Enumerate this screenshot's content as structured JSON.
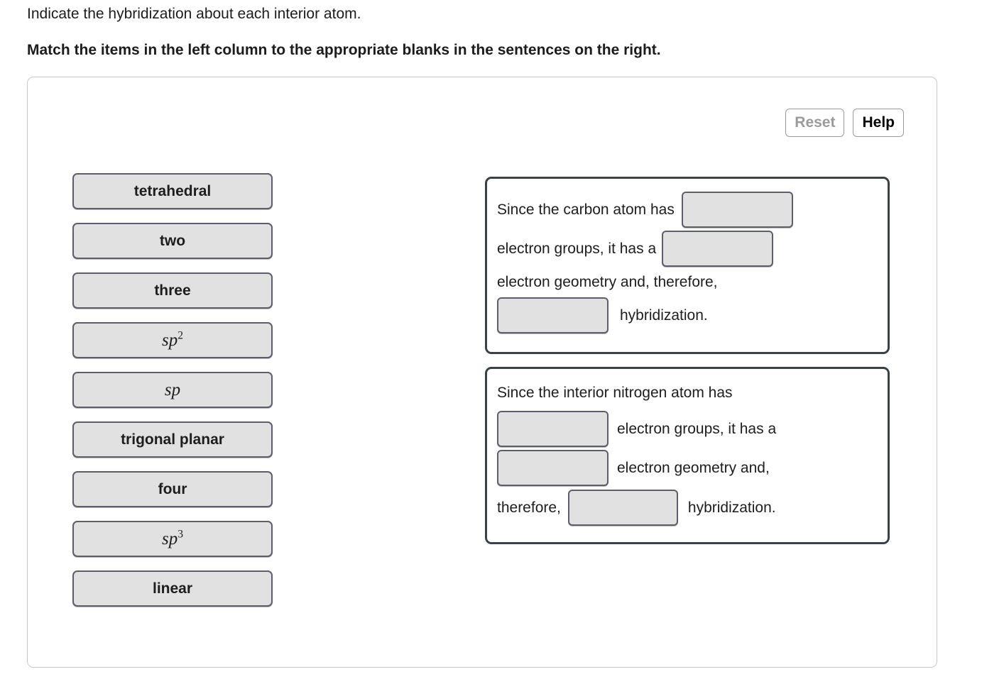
{
  "prompt": {
    "line1": "Indicate the hybridization about each interior atom.",
    "line2": "Match the items in the left column to the appropriate blanks in the sentences on the right."
  },
  "toolbar": {
    "reset_label": "Reset",
    "reset_state": "disabled",
    "help_label": "Help",
    "help_state": "enabled"
  },
  "item_bank": {
    "items": [
      {
        "label": "tetrahedral",
        "style": "plain"
      },
      {
        "label": "two",
        "style": "plain"
      },
      {
        "label": "three",
        "style": "plain"
      },
      {
        "label": "sp2",
        "style": "math",
        "base": "sp",
        "exponent": "2"
      },
      {
        "label": "sp",
        "style": "math",
        "base": "sp",
        "exponent": ""
      },
      {
        "label": "trigonal planar",
        "style": "plain"
      },
      {
        "label": "four",
        "style": "plain"
      },
      {
        "label": "sp3",
        "style": "math",
        "base": "sp",
        "exponent": "3"
      },
      {
        "label": "linear",
        "style": "plain"
      }
    ]
  },
  "sentences": [
    {
      "id": "carbon",
      "segments": {
        "t1": "Since the carbon atom has",
        "t2": "electron groups, it has a",
        "t3": "electron geometry and, therefore,",
        "t4": "hybridization."
      },
      "blanks": [
        {
          "name": "carbon-electron-groups-blank",
          "value": ""
        },
        {
          "name": "carbon-electron-geometry-blank",
          "value": ""
        },
        {
          "name": "carbon-hybridization-blank",
          "value": ""
        }
      ]
    },
    {
      "id": "nitrogen",
      "segments": {
        "t1": "Since the interior nitrogen atom has",
        "t2": "electron groups, it has a",
        "t3": "electron geometry and,",
        "t4a": "therefore,",
        "t4b": "hybridization."
      },
      "blanks": [
        {
          "name": "nitrogen-electron-groups-blank",
          "value": ""
        },
        {
          "name": "nitrogen-electron-geometry-blank",
          "value": ""
        },
        {
          "name": "nitrogen-hybridization-blank",
          "value": ""
        }
      ]
    }
  ],
  "colors": {
    "page_background": "#ffffff",
    "text": "#1d1d1d",
    "card_border": "#c8c8c8",
    "tile_fill": "#e1e1e1",
    "tile_border": "#5c5f6b",
    "sentence_border": "#3a4246",
    "disabled_text": "#9b9b9b"
  }
}
